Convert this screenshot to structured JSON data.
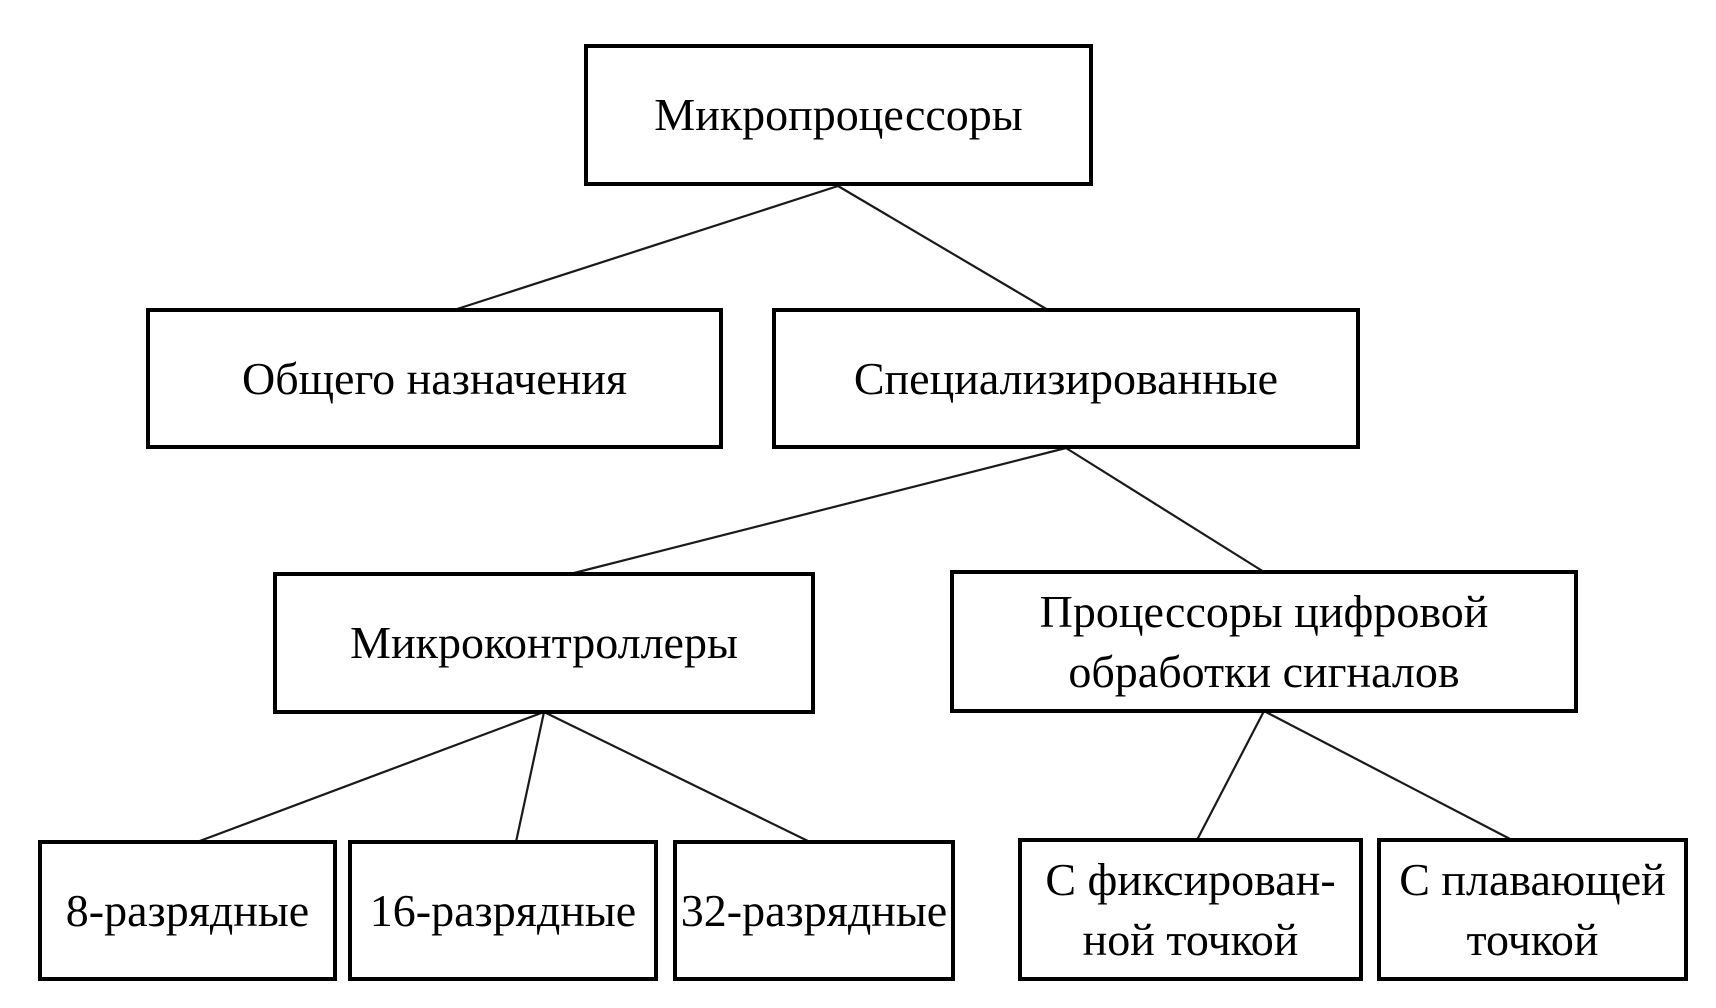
{
  "diagram": {
    "type": "tree",
    "background_color": "#ffffff",
    "line_color": "#1a1a1a",
    "box_border_color": "#000000",
    "text_color": "#000000",
    "nodes": {
      "root": {
        "label": "Микропроцессоры"
      },
      "general": {
        "label": "Общего назначения"
      },
      "specialized": {
        "label": "Специализированные"
      },
      "mcu": {
        "label": "Микроконтроллеры"
      },
      "dsp": {
        "label": "Процессоры цифровой\nобработки сигналов"
      },
      "bit8": {
        "label": "8-разрядные"
      },
      "bit16": {
        "label": "16-разрядные"
      },
      "bit32": {
        "label": "32-разрядные"
      },
      "fixed": {
        "label": "С фиксирован-\nной точкой"
      },
      "floating": {
        "label": "С плавающей\nточкой"
      }
    },
    "edges": [
      {
        "from": "root",
        "to": "general"
      },
      {
        "from": "root",
        "to": "specialized"
      },
      {
        "from": "specialized",
        "to": "mcu"
      },
      {
        "from": "specialized",
        "to": "dsp"
      },
      {
        "from": "mcu",
        "to": "bit8"
      },
      {
        "from": "mcu",
        "to": "bit16"
      },
      {
        "from": "mcu",
        "to": "bit32"
      },
      {
        "from": "dsp",
        "to": "fixed"
      },
      {
        "from": "dsp",
        "to": "floating"
      }
    ]
  }
}
